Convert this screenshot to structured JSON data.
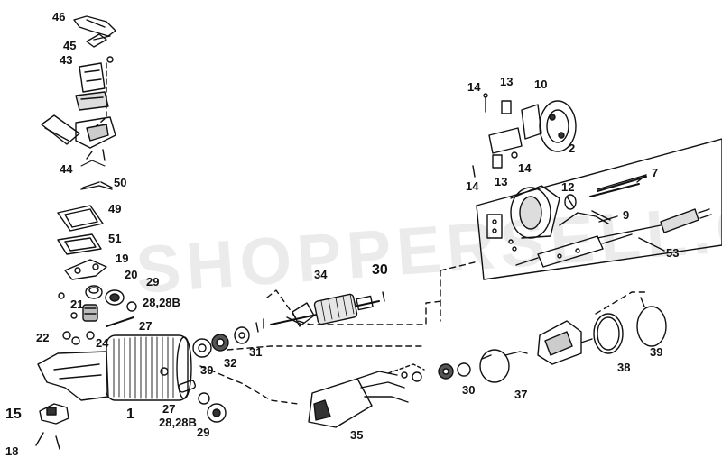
{
  "diagram": {
    "watermark": "SHOPPERSELL.COM",
    "callouts": {
      "p46": "46",
      "p45": "45",
      "p43": "43",
      "p44": "44",
      "p50": "50",
      "p49": "49",
      "p51": "51",
      "p19": "19",
      "p20": "20",
      "p29_top": "29",
      "p21": "21",
      "p28_top": "28,28B",
      "p22": "22",
      "p27_top": "27",
      "p24": "24",
      "p15": "15",
      "p1": "1",
      "p18": "18",
      "p30_left": "30",
      "p32": "32",
      "p31": "31",
      "p27_bot": "27",
      "p28_bot": "28,28B",
      "p29_bot": "29",
      "p34": "34",
      "p30_top": "30",
      "p35": "35",
      "p30_right": "30",
      "p37": "37",
      "p38": "38",
      "p39": "39",
      "p14_a": "14",
      "p13_a": "13",
      "p10": "10",
      "p2": "2",
      "p14_b": "14",
      "p14_c": "14",
      "p13_b": "13",
      "p12": "12",
      "p7": "7",
      "p9": "9",
      "p53": "53"
    }
  },
  "colors": {
    "ink": "#111111",
    "paper": "#ffffff",
    "watermark": "#c8c8c8"
  }
}
